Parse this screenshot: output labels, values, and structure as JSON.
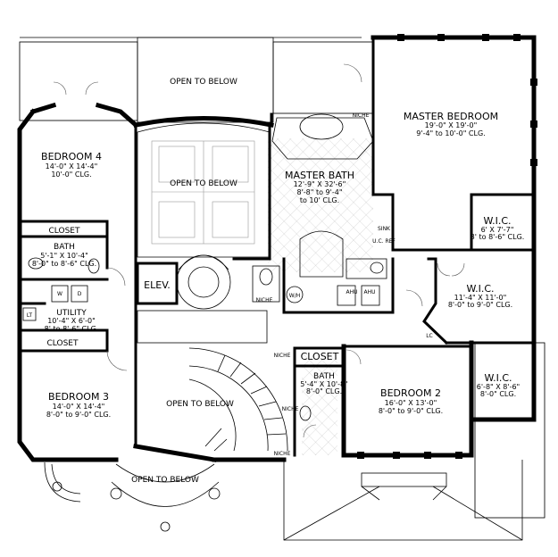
{
  "rooms": {
    "bedroom4": {
      "name": "BEDROOM 4",
      "dims": "14'-0\" X 14'-4\"",
      "clg": "10'-0\" CLG."
    },
    "closet_upper": {
      "name": "CLOSET"
    },
    "bath_left": {
      "name": "BATH",
      "dims": "5'-1\" X 10'-4\"",
      "clg": "8'-0\" to 8'-6\" CLG."
    },
    "utility": {
      "name": "UTILITY",
      "dims": "10'-4\" X 6'-0\"",
      "clg": "8' to 8'-6\" CLG."
    },
    "closet_lower": {
      "name": "CLOSET"
    },
    "bedroom3": {
      "name": "BEDROOM 3",
      "dims": "14'-0\" X 14'-4\"",
      "clg": "8'-0\" to 9'-0\" CLG."
    },
    "elev": {
      "name": "ELEV."
    },
    "master_bedroom": {
      "name": "MASTER BEDROOM",
      "dims": "19'-0\" X 19'-0\"",
      "clg": "9'-4\" to 10'-0\" CLG."
    },
    "master_bath": {
      "name": "MASTER BATH",
      "dims": "12'-9\" X 32'-6\"",
      "clg1": "8'-8\" to 9'-4\"",
      "clg2": "to 10' CLG."
    },
    "wic1": {
      "name": "W.I.C.",
      "dims": "6' X 7'-7\"",
      "clg": "8' to 8'-6\" CLG."
    },
    "wic2": {
      "name": "W.I.C.",
      "dims": "11'-4\" X 11'-0\"",
      "clg": "8'-0\" to 9'-0\" CLG."
    },
    "wic3": {
      "name": "W.I.C.",
      "dims": "6'-8\" X 8'-6\"",
      "clg": "8'-0\" CLG."
    },
    "closet_center": {
      "name": "CLOSET"
    },
    "bath_center": {
      "name": "BATH",
      "dims": "5'-4\" X 10'-8\"",
      "clg": "8'-0\" CLG."
    },
    "bedroom2": {
      "name": "BEDROOM 2",
      "dims": "16'-0\" X 13'-0\"",
      "clg": "8'-0\" to 9'-0\" CLG."
    }
  },
  "open_to_below": {
    "top": "OPEN TO BELOW",
    "center": "OPEN TO BELOW",
    "stair": "OPEN TO BELOW",
    "bottom": "OPEN TO BELOW"
  },
  "fixtures": {
    "niche": "NICHE",
    "wh": "W/H",
    "ahu": "AHU",
    "lc": "LC",
    "sink": "SINK",
    "ref": "U.C. REF",
    "washer": "W",
    "dryer": "D",
    "lt": "LT"
  }
}
